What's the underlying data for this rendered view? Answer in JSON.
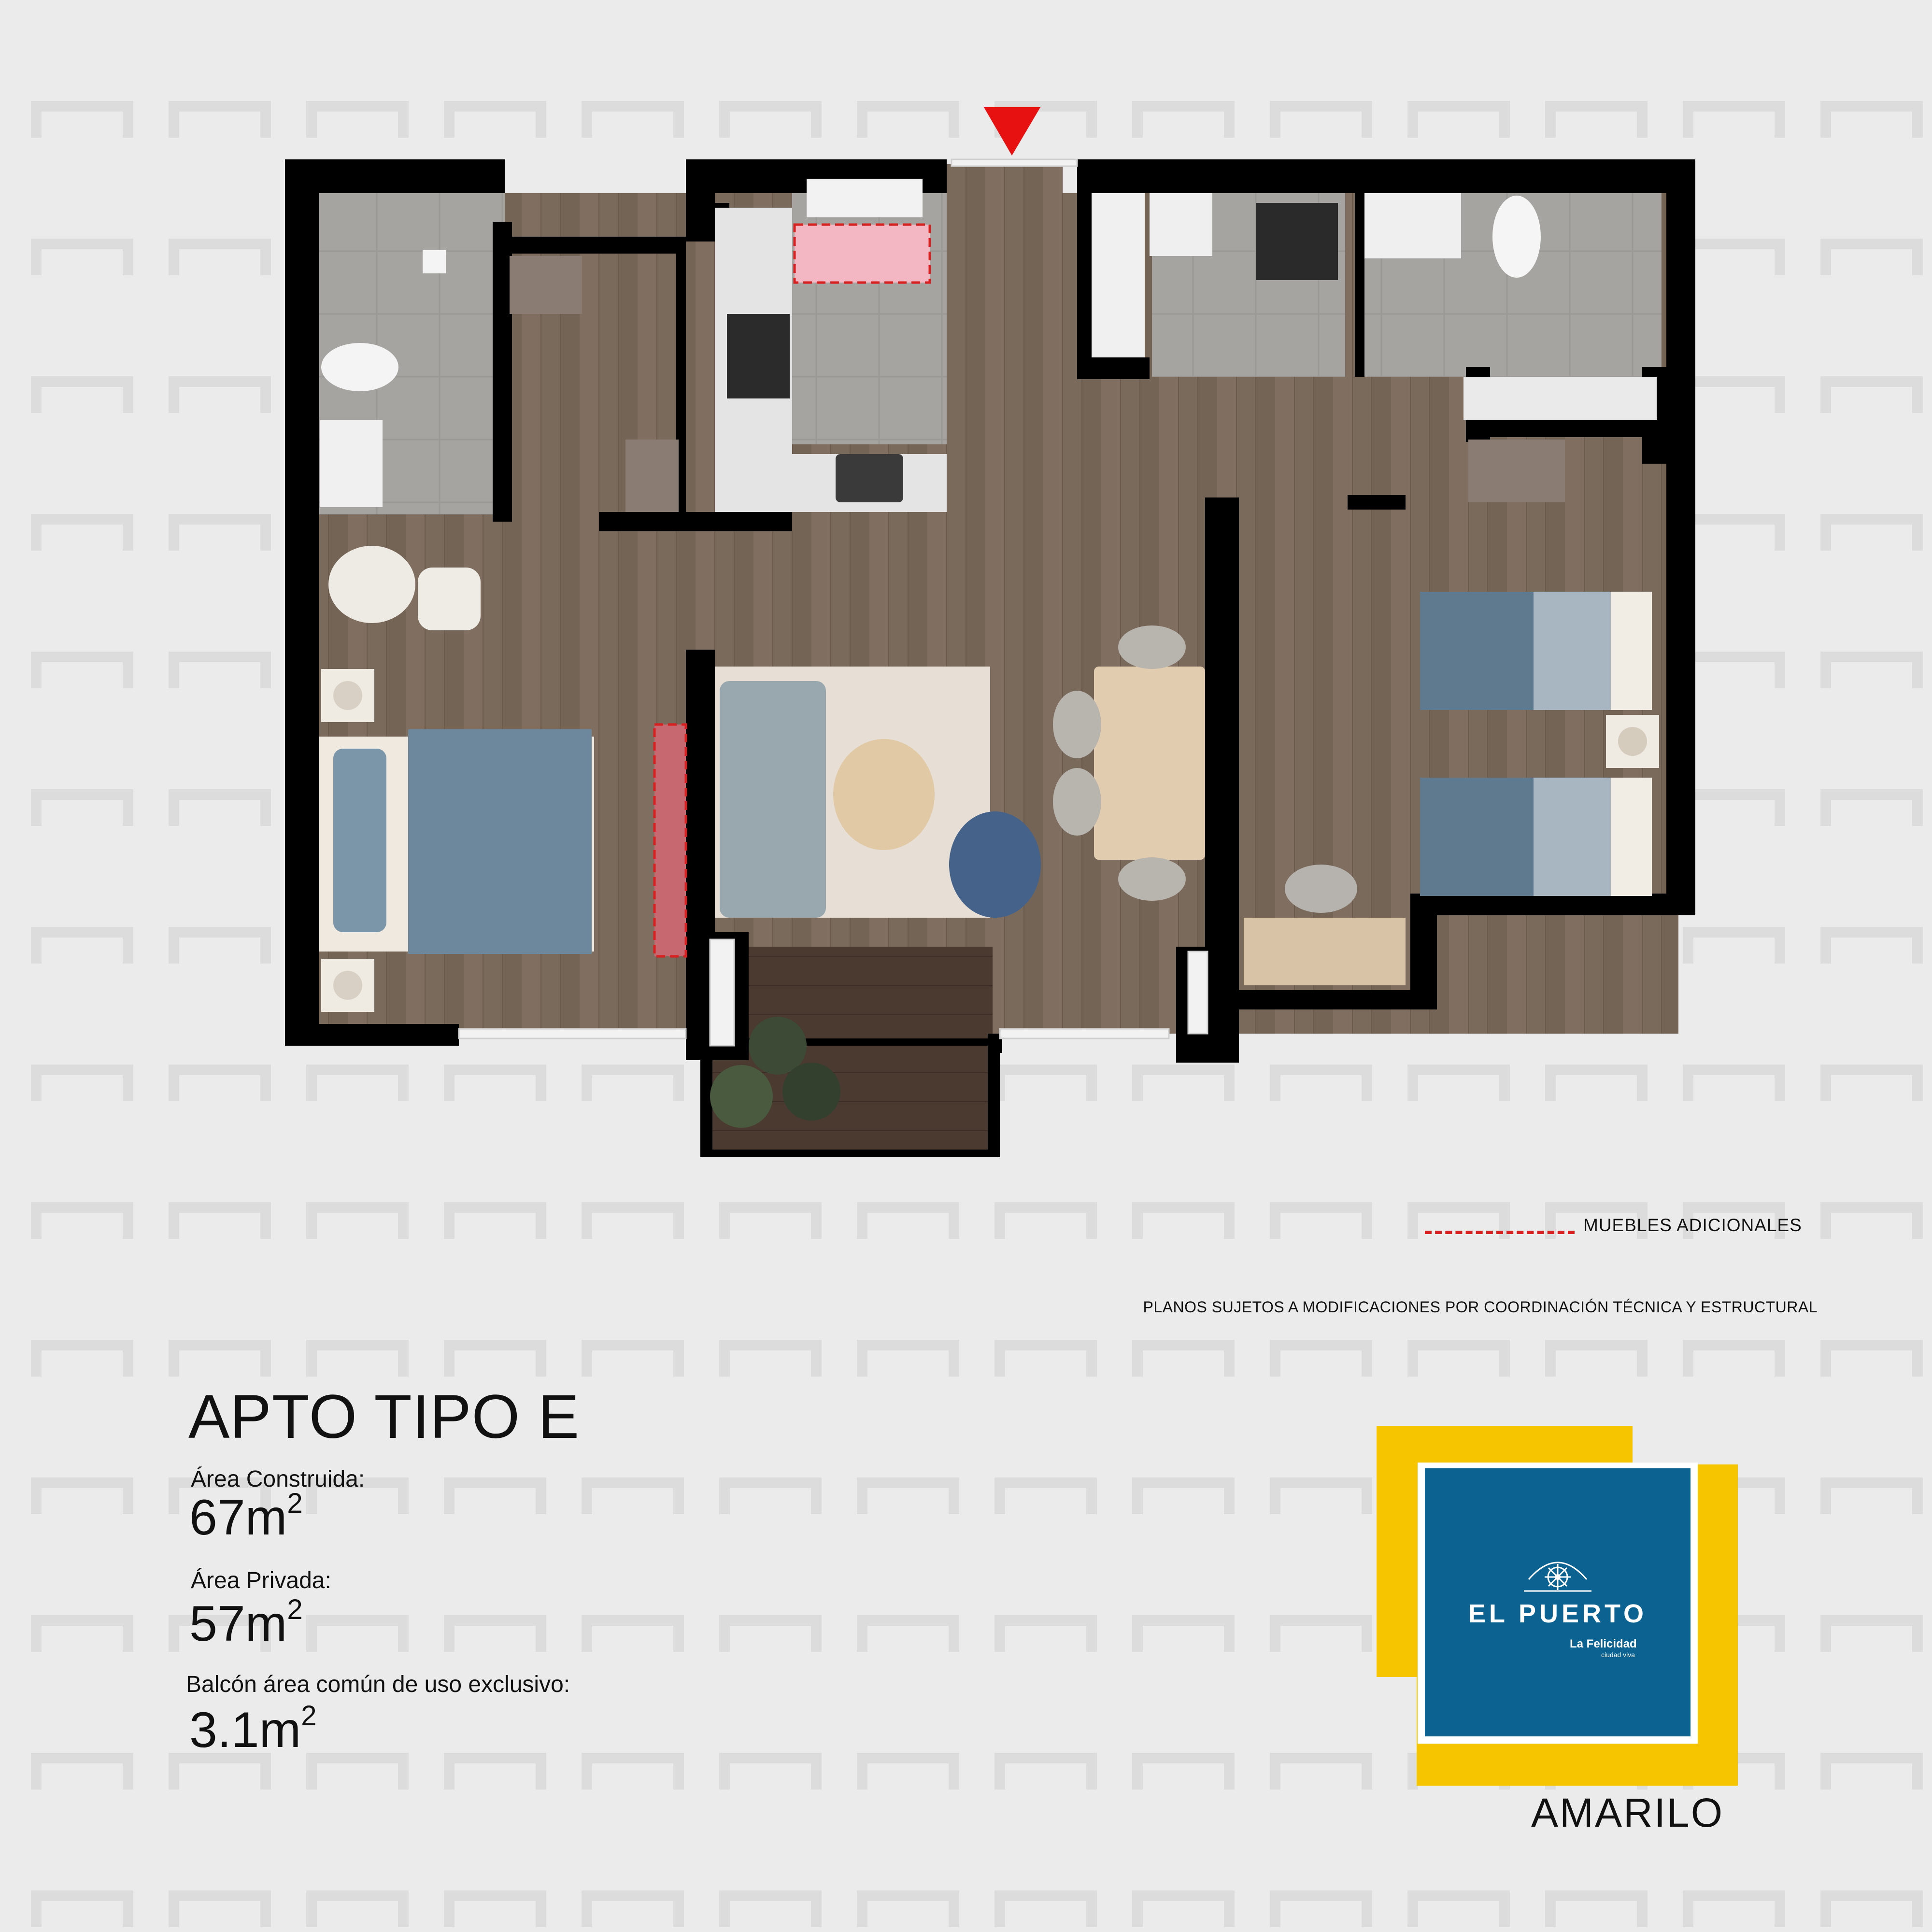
{
  "legend": {
    "label": "MUEBLES ADICIONALES",
    "color": "#d82020"
  },
  "note": "PLANOS SUJETOS A MODIFICACIONES POR COORDINACIÓN TÉCNICA Y ESTRUCTURAL",
  "title": "APTO TIPO E",
  "areas": {
    "construida_label": "Área Construida:",
    "construida_value": "67m",
    "privada_label": "Área Privada:",
    "privada_value": "57m",
    "balcon_label": "Balcón área común de uso exclusivo:",
    "balcon_value": "3.1m",
    "unit_exp": "2"
  },
  "logo": {
    "name": "EL PUERTO",
    "tagline": "La Felicidad",
    "sub": "ciudad viva",
    "colors": {
      "yellow": "#f7c400",
      "blue": "#0c6291"
    }
  },
  "brand": "AMARILO",
  "entry_marker_color": "#e81111"
}
